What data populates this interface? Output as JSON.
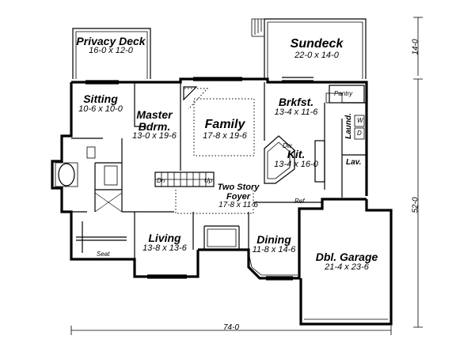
{
  "rooms": {
    "privacy_deck": {
      "name": "Privacy Deck",
      "dims": "16-0 x 12-0"
    },
    "sundeck": {
      "name": "Sundeck",
      "dims": "22-0 x 14-0"
    },
    "sitting": {
      "name": "Sitting",
      "dims": "10-6 x 10-0"
    },
    "master": {
      "name": "Master Bdrm.",
      "dims": "13-0 x 19-6"
    },
    "family": {
      "name": "Family",
      "dims": "17-8 x 19-6"
    },
    "brkfst": {
      "name": "Brkfst.",
      "dims": "13-4 x 11-6"
    },
    "kit": {
      "name": "Kit.",
      "dims": "13-4 x 16-0"
    },
    "foyer": {
      "name": "Two Story Foyer",
      "dims": "17-8 x 11-6"
    },
    "living": {
      "name": "Living",
      "dims": "13-8 x 13-6"
    },
    "dining": {
      "name": "Dining",
      "dims": "11-8 x 14-6"
    },
    "garage": {
      "name": "Dbl. Garage",
      "dims": "21-4 x 23-6"
    }
  },
  "labels": {
    "pantry": "Pantry",
    "laund": "Laund.",
    "lav": "Lav.",
    "seat": "Seat",
    "dw": "Dw",
    "dn": "Dn",
    "up": "Up",
    "ref": "Ref",
    "w": "W",
    "d": "D"
  },
  "dimensions": {
    "width": "74-0",
    "depth": "52-0",
    "deck_depth": "14-0"
  }
}
